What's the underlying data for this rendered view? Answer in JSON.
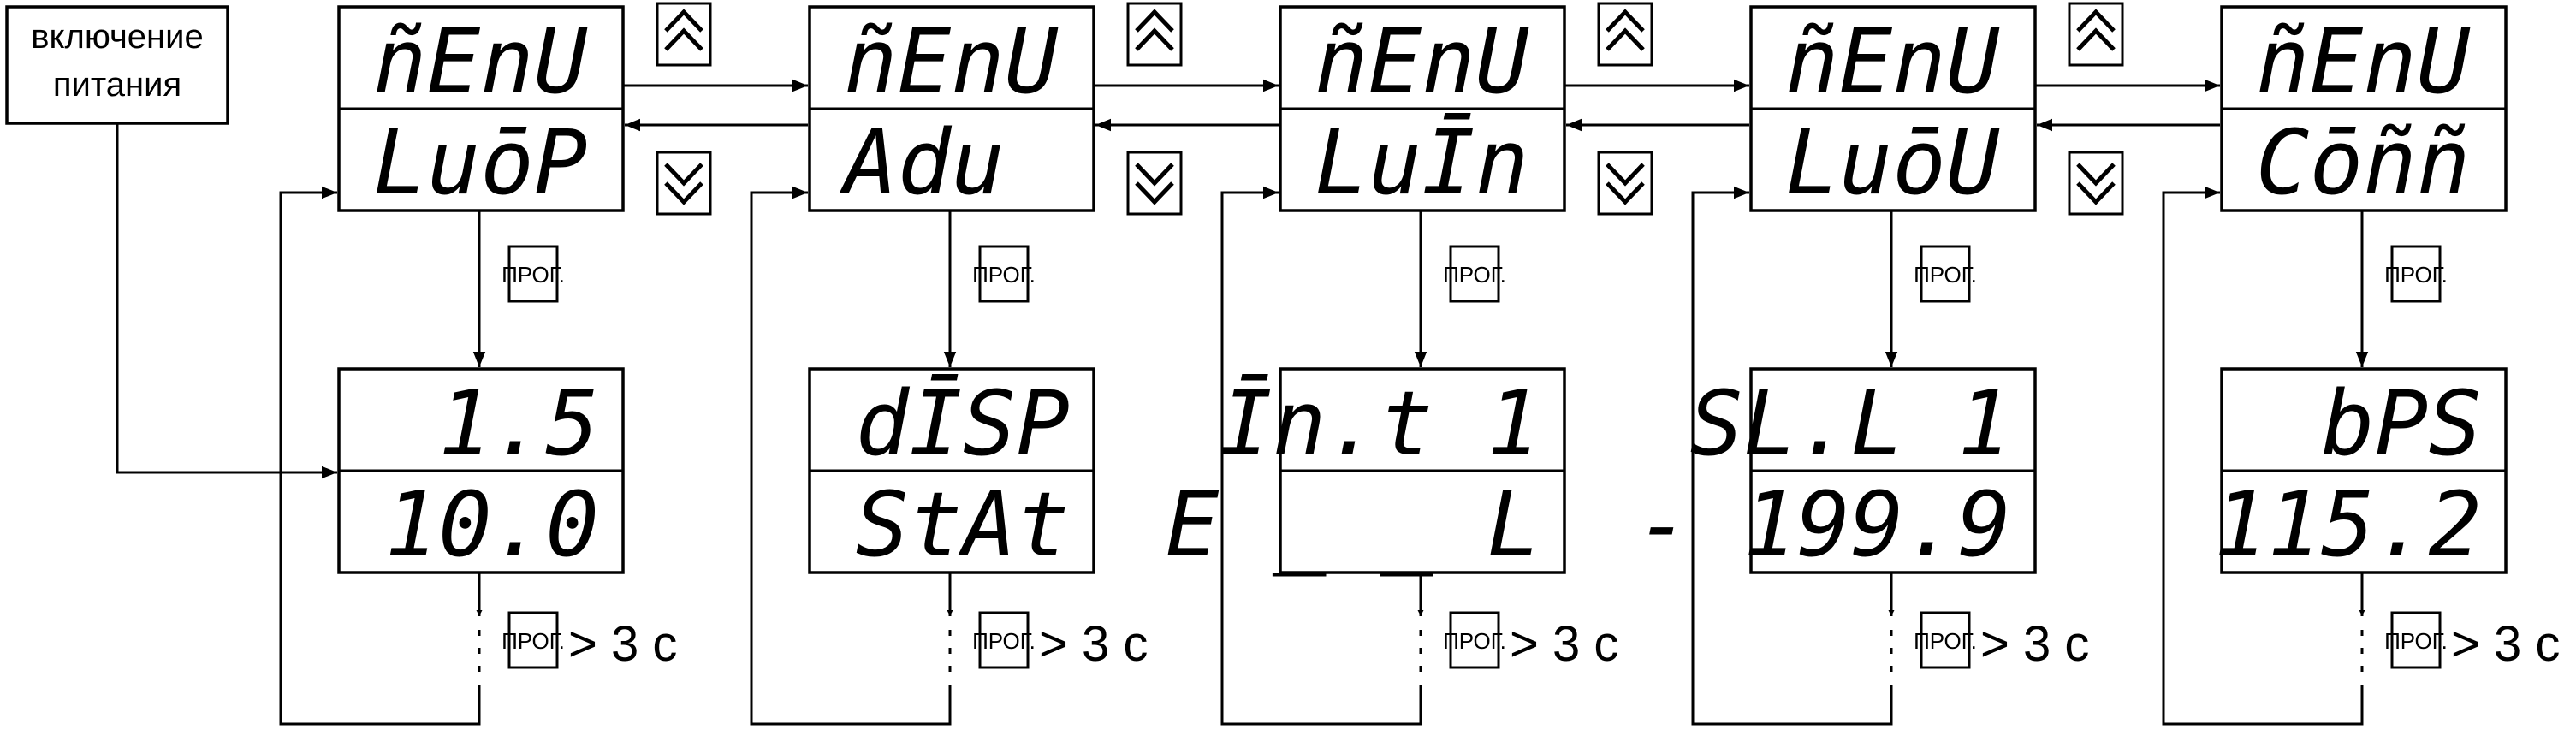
{
  "power_on": {
    "line1": "включение",
    "line2": "питания"
  },
  "buttons": {
    "prog": "ПРОГ.",
    "hold": "> 3 с"
  },
  "columns": [
    {
      "id": "loop",
      "menu_top": "ñEnU",
      "menu_bottom": "LuōP",
      "param_top": "1.5",
      "param_bottom": "10.0",
      "has_up_down": true
    },
    {
      "id": "adv",
      "menu_top": "ñEnU",
      "menu_bottom": "Adu",
      "param_top": "dĪSP",
      "param_bottom": "StAt",
      "has_up_down": true
    },
    {
      "id": "lvin",
      "menu_top": "ñEnU",
      "menu_bottom": "LuĪn",
      "param_top": "Īn.t 1",
      "param_bottom": "E _ _ L",
      "has_up_down": true
    },
    {
      "id": "lvou",
      "menu_top": "ñEnU",
      "menu_bottom": "LuōU",
      "param_top": "SL.L 1",
      "param_bottom": "- 199.9",
      "has_up_down": true
    },
    {
      "id": "comm",
      "menu_top": "ñEnU",
      "menu_bottom": "Cōññ",
      "param_top": "bPS",
      "param_bottom": "115.2",
      "has_up_down": false
    }
  ],
  "icons": {
    "up": "double-chevron-up-icon",
    "down": "double-chevron-down-icon"
  }
}
